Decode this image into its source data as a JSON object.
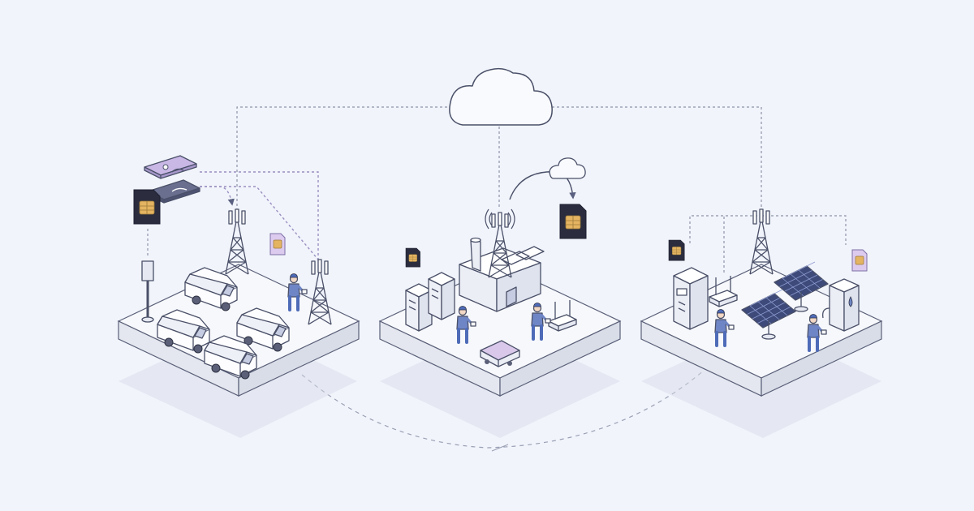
{
  "colors": {
    "background": "#f1f4fb",
    "platform_top": "#f7f8fc",
    "platform_side": "#e2e5ee",
    "outline": "#4a5068",
    "sim_dark": "#2b2d3e",
    "sim_chip": "#e4b462",
    "sim_light": "#d9c8ea",
    "accent_purple": "#c9b7e6",
    "worker_blue": "#6f86c6",
    "solar_panel": "#3d4a7a"
  },
  "icons": {
    "cloud": "cloud-icon",
    "sim": "sim-card-icon",
    "esim": "esim-profile-icon",
    "tower": "cell-tower-icon",
    "van": "delivery-van-icon",
    "factory": "factory-icon",
    "router": "router-icon",
    "worker": "worker-icon",
    "solar": "solar-panel-icon",
    "meter": "smart-meter-icon",
    "cabinet": "server-cabinet-icon",
    "robot": "robot-vacuum-icon",
    "pump": "water-pump-icon",
    "sensor": "pole-sensor-icon"
  },
  "scenes": [
    {
      "id": "fleet",
      "elements": [
        "esim-profile-icon",
        "sim-card-icon",
        "cell-tower-icon",
        "delivery-van-icon",
        "pole-sensor-icon",
        "worker-icon"
      ]
    },
    {
      "id": "industrial",
      "elements": [
        "factory-icon",
        "cell-tower-icon",
        "sim-card-icon",
        "server-cabinet-icon",
        "router-icon",
        "worker-icon",
        "robot-vacuum-icon"
      ]
    },
    {
      "id": "energy",
      "elements": [
        "cell-tower-icon",
        "sim-card-icon",
        "smart-meter-icon",
        "router-icon",
        "solar-panel-icon",
        "water-pump-icon",
        "worker-icon"
      ]
    }
  ]
}
